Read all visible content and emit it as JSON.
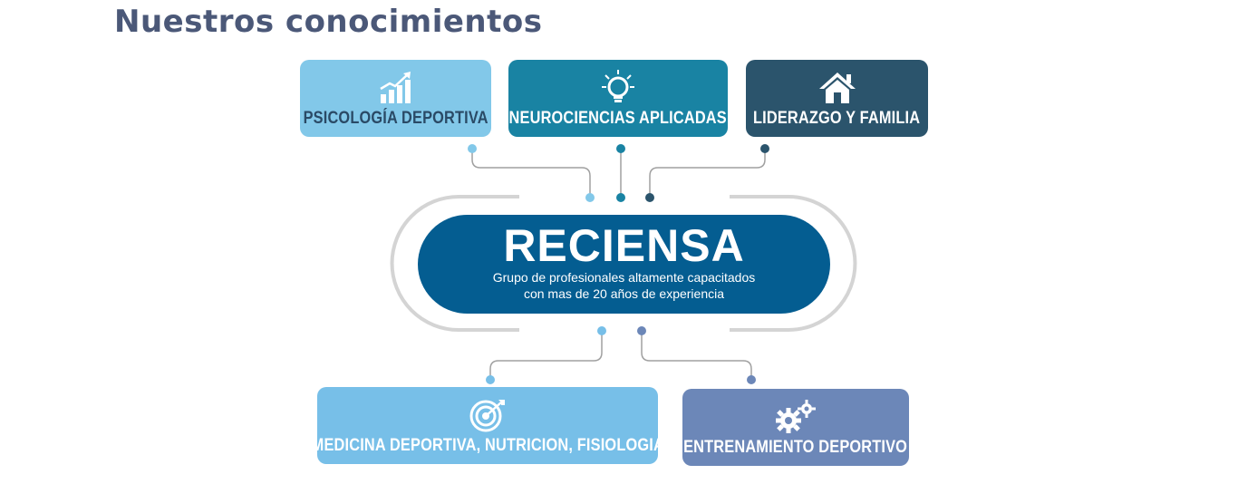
{
  "title": "Nuestros conocimientos",
  "center": {
    "name": "RECIENSA",
    "line1": "Grupo de profesionales altamente capacitados",
    "line2": "con mas de 20 años de experiencia",
    "color": "#045d91"
  },
  "cards": {
    "psico": {
      "label": "Psicología deportiva",
      "icon": "growth-chart-icon",
      "bg": "#82c8e9",
      "fg": "#2a4a66"
    },
    "neuro": {
      "label": "Neurociencias aplicadas",
      "icon": "lightbulb-icon",
      "bg": "#1983a3",
      "fg": "#ffffff"
    },
    "lider": {
      "label": "Liderazgo y familia",
      "icon": "house-icon",
      "bg": "#2b546c",
      "fg": "#ffffff"
    },
    "medic": {
      "label": "Medicina deportiva, nutricion, fisiologia",
      "icon": "target-icon",
      "bg": "#77bfe8",
      "fg": "#ffffff"
    },
    "entre": {
      "label": "Entrenamiento deportivo",
      "icon": "gears-icon",
      "bg": "#6c87b8",
      "fg": "#ffffff"
    }
  }
}
